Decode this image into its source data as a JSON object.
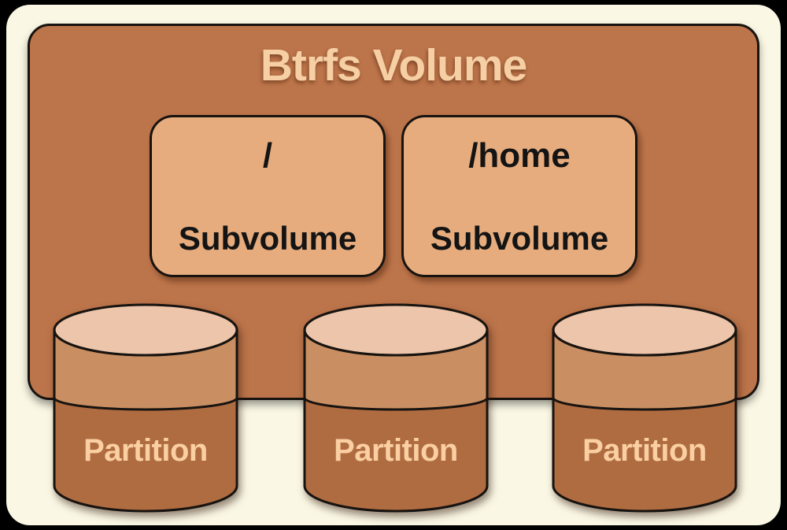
{
  "diagram": {
    "title": "Btrfs Volume",
    "subvolumes": [
      {
        "path": "/",
        "label": "Subvolume"
      },
      {
        "path": "/home",
        "label": "Subvolume"
      }
    ],
    "partitions": [
      {
        "label": "Partition"
      },
      {
        "label": "Partition"
      },
      {
        "label": "Partition"
      }
    ]
  },
  "colors": {
    "canvas_bg": "#000000",
    "frame_bg": "#faf7e4",
    "volume_fill": "#bc744a",
    "outline": "#171310",
    "title_text": "#f6cfa4",
    "subvolume_fill": "#e7ac7d",
    "subvolume_text": "#141414",
    "cylinder_top_fill": "#ecc5aa",
    "cylinder_upper_fill": "#c98f62",
    "cylinder_lower_fill": "#b06c41",
    "partition_text": "#facfa2"
  }
}
